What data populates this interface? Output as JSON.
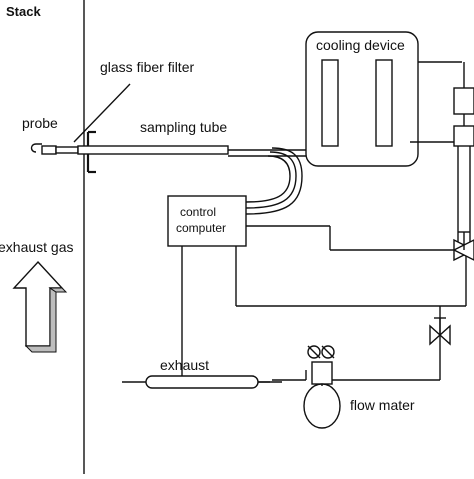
{
  "diagram": {
    "labels": {
      "stack": "Stack",
      "glass_fiber_filter": "glass fiber filter",
      "probe": "probe",
      "sampling_tube": "sampling tube",
      "cooling_device": "cooling device",
      "control_computer_line1": "control",
      "control_computer_line2": "computer",
      "exhaust_gas": "exhaust gas",
      "exhaust": "exhaust",
      "flow_mater": "flow mater"
    },
    "icons": [
      "up-arrow-icon",
      "valve-icon",
      "flow-meter-icon",
      "condenser-icon"
    ]
  }
}
